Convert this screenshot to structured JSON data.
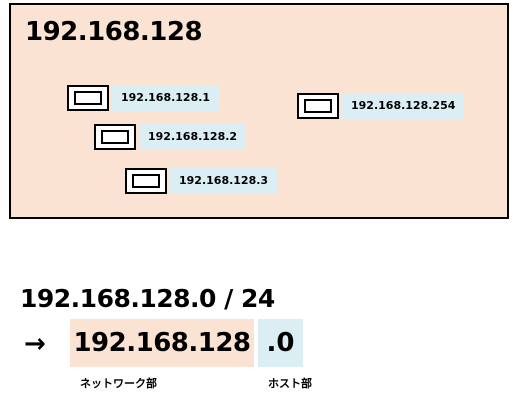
{
  "network": {
    "label": "192.168.128",
    "hosts": [
      {
        "address": "192.168.128.1"
      },
      {
        "address": "192.168.128.2"
      },
      {
        "address": "192.168.128.3"
      },
      {
        "address": "192.168.128.254"
      }
    ]
  },
  "cidr": {
    "notation": "192.168.128.0 / 24",
    "arrow": "→",
    "network_part": "192.168.128",
    "host_part": ".0",
    "network_part_caption": "ネットワーク部",
    "host_part_caption": "ホスト部"
  },
  "colors": {
    "network": "#fbe3d4",
    "host": "#dbeef4"
  }
}
